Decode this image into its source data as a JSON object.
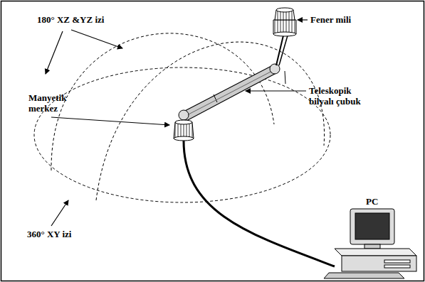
{
  "diagram": {
    "labels": [
      "180° XZ &YZ izi",
      "Fener mili",
      "Manyetik merkez",
      "Teleskopik bilyalı çubuk",
      "PC",
      "360° XY izi"
    ]
  }
}
